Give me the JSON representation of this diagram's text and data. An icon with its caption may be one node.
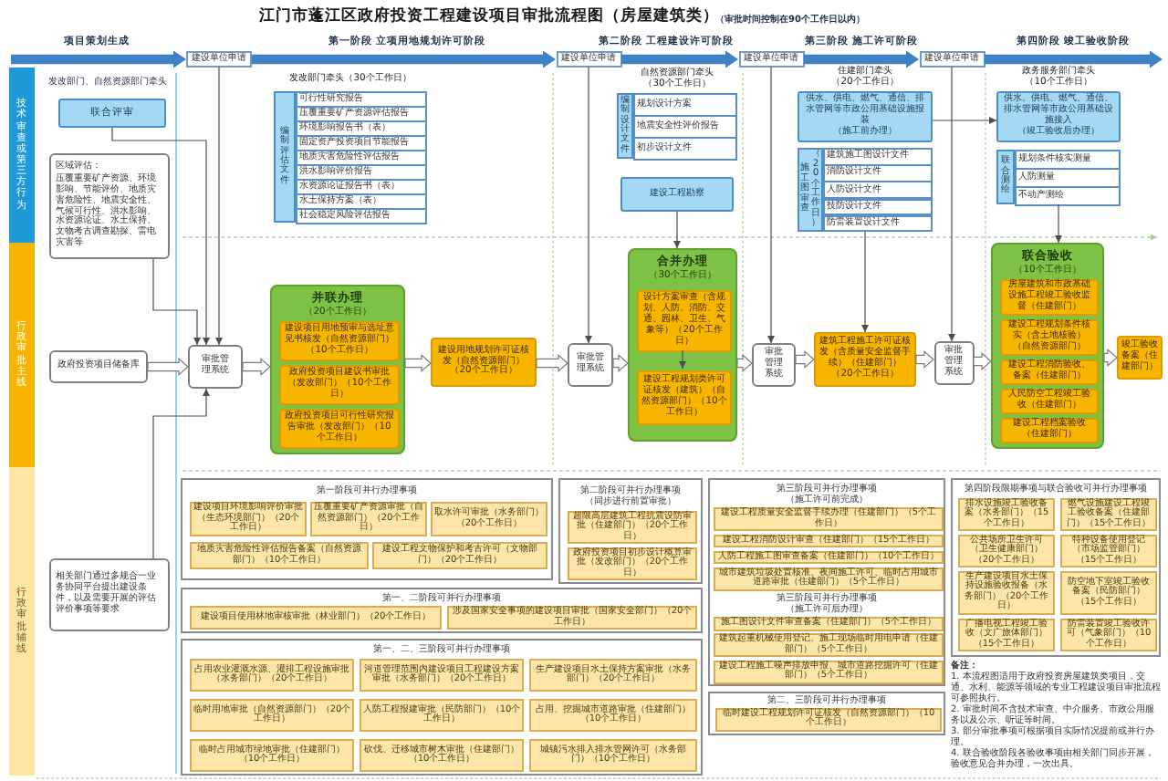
{
  "diagram": {
    "title": "江门市蓬江区政府投资工程建设项目审批流程图（房屋建筑类）",
    "nodes": [
      {
        "text": [
          "技术审查或第三方行为"
        ]
      },
      {
        "text": [
          "行政审批主线"
        ]
      },
      {
        "text": [
          "行政审批辅线"
        ]
      },
      {
        "text": [
          "建设单位申请"
        ]
      },
      {
        "text": [
          "建设单位申请"
        ]
      },
      {
        "text": [
          "建设单位申请"
        ]
      },
      {
        "text": [
          "建设单位申请"
        ]
      },
      {
        "text": [
          "联合评审"
        ]
      },
      {
        "text": [
          "区域评估：",
          "压覆重要矿产资源、环境影响、节能评价、地质灾害危险性、地震安全性、气候可行性、洪水影响、水资源论证、水土保持、文物考古调查勘探、雷电灾害等"
        ]
      },
      {
        "text": [
          "政府投资项目储备库"
        ]
      },
      {
        "text": [
          "相关部门通过多规合一业务协同平台提出建设条件，以及需要开展的评估评价事项等要求"
        ]
      },
      {
        "text": [
          "审批管理系统"
        ]
      },
      {
        "text": [
          "发改部门牵头（30个工作日）",
          "编制评估文件",
          "可行性研究报告",
          "压覆重要矿产资源评估报告",
          "环境影响报告书（表）",
          "固定资产投资项目节能报告",
          "地质灾害危险性评估报告",
          "洪水影响评价报告",
          "水资源论证报告书（表）",
          "水土保持方案（表）",
          "社会稳定风险评估报告"
        ]
      },
      {
        "text": [
          "并联办理",
          "（20个工作日）"
        ]
      },
      {
        "text": [
          "建设项目用地预审与选址意见书核发（自然资源部门）（10个工作日）"
        ],
        "in": 13
      },
      {
        "text": [
          "政府投资项目建议书审批（发改部门）（10个工作日）"
        ],
        "in": 13
      },
      {
        "text": [
          "政府投资项目可行性研究报告审批（发改部门）（10个工作日）"
        ],
        "in": 13
      },
      {
        "text": [
          "建设用地规划许可证核发（自然资源部门）（20个工作日）"
        ]
      },
      {
        "text": [
          "审批管理系统"
        ]
      },
      {
        "text": [
          "自然资源部门牵头（30个工作日）",
          "编制设计文件",
          "规划设计方案",
          "地震安全性评价报告",
          "初步设计文件"
        ]
      },
      {
        "text": [
          "建设工程勘察"
        ]
      },
      {
        "text": [
          "合并办理",
          "（30个工作日）"
        ]
      },
      {
        "text": [
          "设计方案审查（含规划、人防、消防、交通、园林、卫生、气象等）（20个工作日）"
        ],
        "in": 21
      },
      {
        "text": [
          "建设工程规划类许可证核发（建筑）（自然资源部门）（10个工作日）"
        ],
        "in": 21
      },
      {
        "text": [
          "审批管理系统"
        ]
      },
      {
        "text": [
          "住建部门牵头（20个工作日）",
          "供水、供电、燃气、通信、排水管网等市政公用基础设施报装",
          "（施工前办理）"
        ]
      },
      {
        "text": [
          "施工图审查",
          "（20个工作日）",
          "建筑施工图设计文件",
          "消防设计文件",
          "人防设计文件",
          "技防设计文件",
          "防雷装置设计文件"
        ]
      },
      {
        "text": [
          "建筑工程施工许可证核发（含质量安全监督手续）（住建部门）（20个工作日）"
        ]
      },
      {
        "text": [
          "审批管理系统"
        ]
      },
      {
        "text": [
          "政务服务部门牵头（10个工作日）",
          "供水、供电、燃气、通信、排水管网等市政公用基础设施接入",
          "（竣工验收后办理）"
        ]
      },
      {
        "text": [
          "联合测绘",
          "规划条件核实测量",
          "人防测量",
          "不动产测绘"
        ]
      },
      {
        "text": [
          "联合验收",
          "（10个工作日）"
        ]
      },
      {
        "text": [
          "房屋建筑和市政基础设施工程竣工验收监督（住建部门）"
        ],
        "in": 31
      },
      {
        "text": [
          "建设工程规划条件核实（含土地核验）（自然资源部门）"
        ],
        "in": 31
      },
      {
        "text": [
          "建设工程消防验收、备案（住建部门）"
        ],
        "in": 31
      },
      {
        "text": [
          "人民防空工程竣工验收（住建部门）"
        ],
        "in": 31
      },
      {
        "text": [
          "建设工程档案验收（住建部门）"
        ],
        "in": 31
      },
      {
        "text": [
          "竣工验收备案（住建部门）"
        ]
      },
      {
        "text": [
          "第一阶段可并行办理事项"
        ]
      },
      {
        "text": [
          "建设项目环境影响评价审批（生态环境部门）（20个工作日）"
        ],
        "in": 38
      },
      {
        "text": [
          "压覆重要矿产资源审批（自然资源部门）（20个工作日）"
        ],
        "in": 38
      },
      {
        "text": [
          "取水许可审批（水务部门）（20个工作日）"
        ],
        "in": 38
      },
      {
        "text": [
          "地质灾害危险性评估报告备案（自然资源部门）（10个工作日）"
        ],
        "in": 38
      },
      {
        "text": [
          "建设工程文物保护和考古许可（文物部门）（20个工作日）"
        ],
        "in": 38
      },
      {
        "text": [
          "第二阶段可并行办理事项",
          "（同步进行前置审批）"
        ]
      },
      {
        "text": [
          "超限高层建筑工程抗震设防审批（住建部门）（20个工作日）"
        ],
        "in": 44
      },
      {
        "text": [
          "政府投资项目初步设计概算审批（发改部门）（20个工作日）"
        ],
        "in": 44
      },
      {
        "text": [
          "第三阶段可并行办理事项",
          "（施工许可前完成）",
          "第三阶段可并行办理事项",
          "（施工许可后办理）"
        ]
      },
      {
        "text": [
          "建设工程质量安全监督手续办理（住建部门）（5个工作日）"
        ],
        "in": 47
      },
      {
        "text": [
          "建设工程消防设计审查（住建部门）（15个工作日）"
        ],
        "in": 47
      },
      {
        "text": [
          "人防工程施工图审查备案（住建部门）（10个工作日）"
        ],
        "in": 47
      },
      {
        "text": [
          "城市建筑垃圾处置核准、夜间施工许可、临时占用城市道路审批（住建部门）（5个工作日）"
        ],
        "in": 47
      },
      {
        "text": [
          "施工图设计文件审查备案（住建部门）（5个工作日）"
        ],
        "in": 47
      },
      {
        "text": [
          "建筑起重机械使用登记、施工现场临时用电申请（住建部门）（5个工作日）"
        ],
        "in": 47
      },
      {
        "text": [
          "建设工程施工噪声排放申报、城市道路挖掘许可（住建部门）（5个工作日）"
        ],
        "in": 47
      },
      {
        "text": [
          "第二、三阶段可并行办理事项"
        ]
      },
      {
        "text": [
          "临时建设工程规划许可证核发（自然资源部门）（10个工作日）"
        ],
        "in": 55
      },
      {
        "text": [
          "第一、二阶段可并行办理事项"
        ]
      },
      {
        "text": [
          "建设项目使用林地审核审批（林业部门）（20个工作日）"
        ],
        "in": 57
      },
      {
        "text": [
          "涉及国家安全事项的建设项目审批（国家安全部门）（20个工作日）"
        ],
        "in": 57
      },
      {
        "text": [
          "第一、二、三阶段可并行办理事项"
        ]
      },
      {
        "text": [
          "占用农业灌溉水源、灌排工程设施审批（水务部门）（20个工作日）"
        ],
        "in": 60
      },
      {
        "text": [
          "河道管理范围内建设项目工程建设方案审批（水务部门）（20个工作日）"
        ],
        "in": 60
      },
      {
        "text": [
          "生产建设项目水土保持方案审批（水务部门）（20个工作日）"
        ],
        "in": 60
      },
      {
        "text": [
          "临时用地审批（自然资源部门）（20个工作日）"
        ],
        "in": 60
      },
      {
        "text": [
          "人防工程报建审批（民防部门）（10个工作日）"
        ],
        "in": 60
      },
      {
        "text": [
          "占用、挖掘城市道路审批（住建部门）（10个工作日）"
        ],
        "in": 60
      },
      {
        "text": [
          "临时占用城市绿地审批（住建部门）（10个工作日）"
        ],
        "in": 60
      },
      {
        "text": [
          "砍伐、迁移城市树木审批（住建部门）（10个工作日）"
        ],
        "in": 60
      },
      {
        "text": [
          "城镇污水排入排水管网许可（水务部门）（10个工作日）"
        ],
        "in": 60
      },
      {
        "text": [
          "第四阶段限期事项与联合验收可并行办理事项"
        ]
      },
      {
        "text": [
          "排水设施竣工验收备案（水务部门）（15个工作日）"
        ],
        "in": 70
      },
      {
        "text": [
          "燃气设施建设工程竣工验收备案（住建部门）（15个工作日）"
        ],
        "in": 70
      },
      {
        "text": [
          "公共场所卫生许可（卫生健康部门）（20个工作日）"
        ],
        "in": 70
      },
      {
        "text": [
          "特种设备使用登记（市场监管部门）（15个工作日）"
        ],
        "in": 70
      },
      {
        "text": [
          "生产建设项目水土保持设施验收报备（水务部门）（20个工作日）"
        ],
        "in": 70
      },
      {
        "text": [
          "防空地下室竣工验收备案（民防部门）（15个工作日）"
        ],
        "in": 70
      },
      {
        "text": [
          "广播电视工程竣工验收（文广旅体部门）（15个工作日）"
        ],
        "in": 70
      },
      {
        "text": [
          "防雷装置竣工验收许可（气象部门）（10个工作日）"
        ],
        "in": 70
      }
    ],
    "edges": [
      {
        "from": null,
        "to": 3,
        "arrow": "to",
        "style": "thick",
        "color": "#3c82c4"
      },
      {
        "from": 3,
        "to": 4,
        "arrow": "to",
        "style": "thick",
        "color": "#3c82c4"
      },
      {
        "from": 4,
        "to": 5,
        "arrow": "to",
        "style": "thick",
        "color": "#3c82c4"
      },
      {
        "from": 5,
        "to": 6,
        "arrow": "to",
        "style": "thick",
        "color": "#3c82c4"
      },
      {
        "from": 6,
        "to": null,
        "arrow": "to",
        "style": "thick",
        "color": "#3c82c4"
      },
      {
        "from": 7,
        "to": 11,
        "arrow": "to"
      },
      {
        "from": 8,
        "to": 11,
        "arrow": "to"
      },
      {
        "from": 10,
        "to": 11,
        "arrow": "to"
      },
      {
        "from": 9,
        "to": 11,
        "arrow": "to",
        "style": "thick"
      },
      {
        "from": 3,
        "to": 11,
        "arrow": "to"
      },
      {
        "from": 11,
        "to": 13,
        "arrow": "to",
        "style": "thick"
      },
      {
        "from": 13,
        "to": 17,
        "arrow": "to",
        "style": "thick"
      },
      {
        "from": 17,
        "to": 18,
        "arrow": "to",
        "style": "thick"
      },
      {
        "from": 4,
        "to": 18,
        "arrow": "to"
      },
      {
        "from": 20,
        "to": 21,
        "arrow": "to"
      },
      {
        "from": 18,
        "to": 21,
        "arrow": "to",
        "style": "thick"
      },
      {
        "from": 22,
        "to": 23,
        "arrow": "to"
      },
      {
        "from": 21,
        "to": 24,
        "arrow": "to",
        "style": "thick"
      },
      {
        "from": 5,
        "to": 24,
        "arrow": "to"
      },
      {
        "from": 25,
        "to": 29,
        "arrow": "to"
      },
      {
        "from": 26,
        "to": 27,
        "arrow": "to"
      },
      {
        "from": 24,
        "to": 27,
        "arrow": "to",
        "style": "thick"
      },
      {
        "from": 27,
        "to": 28,
        "arrow": "to",
        "style": "thick"
      },
      {
        "from": 6,
        "to": 28,
        "arrow": "to"
      },
      {
        "from": 30,
        "to": 31,
        "arrow": "to"
      },
      {
        "from": 28,
        "to": 31,
        "arrow": "to",
        "style": "thick"
      },
      {
        "from": 31,
        "to": 37,
        "arrow": "to",
        "style": "thick"
      }
    ],
    "labels": [
      "（审批时间控制在90个工作日以内）",
      "项目策划生成",
      "第一阶段 立项用地规划许可阶段",
      "第二阶段 工程建设许可阶段",
      "第三阶段 施工许可阶段",
      "第四阶段 竣工验收阶段",
      "发改部门、自然资源部门牵头",
      "备注：",
      "1. 本流程图适用于政府投资房屋建筑类项目，交通、水利、能源等领域的专业工程建设项目审批流程可参照执行。",
      "2. 审批时间不含技术审查、中介服务、市政公用服务以及公示、听证等时间。",
      "3. 部分审批事项可根据项目实际情况提前或并行办理。",
      "4. 联合验收阶段各验收事项由相关部门同步开展，验收意见合并办理，一次出具。"
    ]
  }
}
